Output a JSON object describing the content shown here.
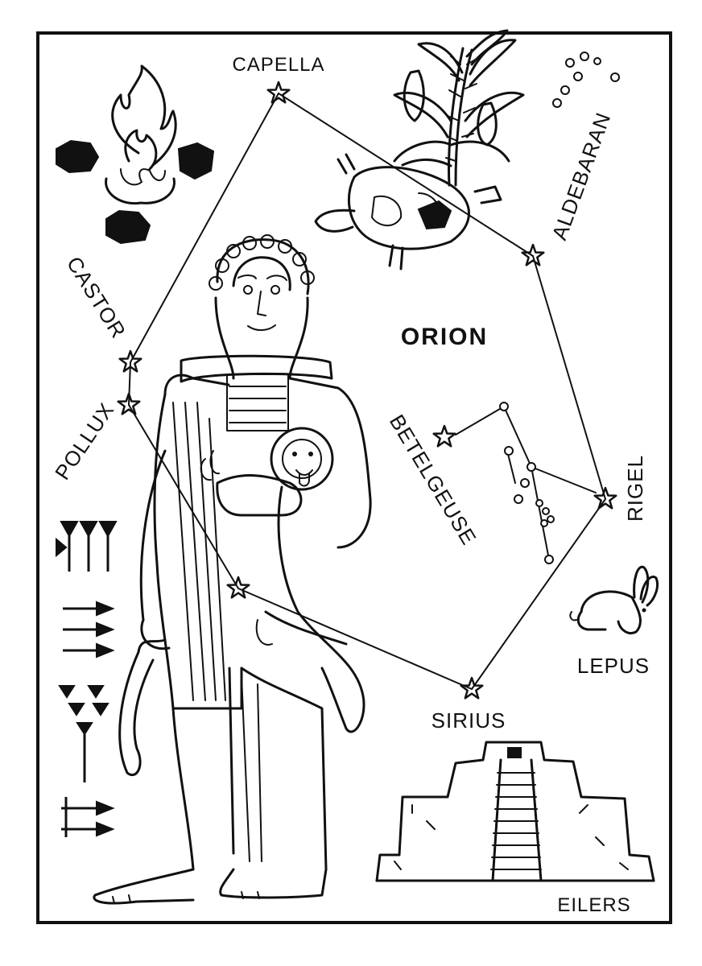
{
  "illustration": {
    "constellation_title": "ORION",
    "signature": "EILERS",
    "stars": {
      "capella": "CAPELLA",
      "aldebaran": "ALDEBARAN",
      "castor": "CASTOR",
      "pollux": "POLLUX",
      "betelgeuse": "BETELGEUSE",
      "rigel": "RIGEL",
      "sirius": "SIRIUS"
    },
    "constellation_labels": {
      "lepus": "LEPUS"
    }
  },
  "colors": {
    "ink": "#111111",
    "paper": "#ffffff"
  }
}
